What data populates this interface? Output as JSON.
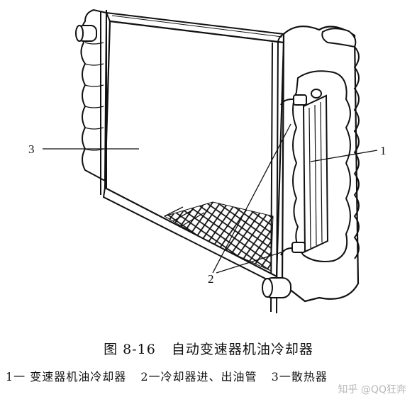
{
  "figure": {
    "number": "图 8-16",
    "title": "自动变速器机油冷却器"
  },
  "callouts": {
    "c1": "1",
    "c2": "2",
    "c3": "3"
  },
  "legend": {
    "item1": "1一 变速器机油冷却器",
    "item2": "2一冷却器进、出油管",
    "item3": "3一散热器"
  },
  "watermark": "知乎 @QQ狂奔",
  "colors": {
    "ink": "#111111",
    "background": "#ffffff"
  }
}
